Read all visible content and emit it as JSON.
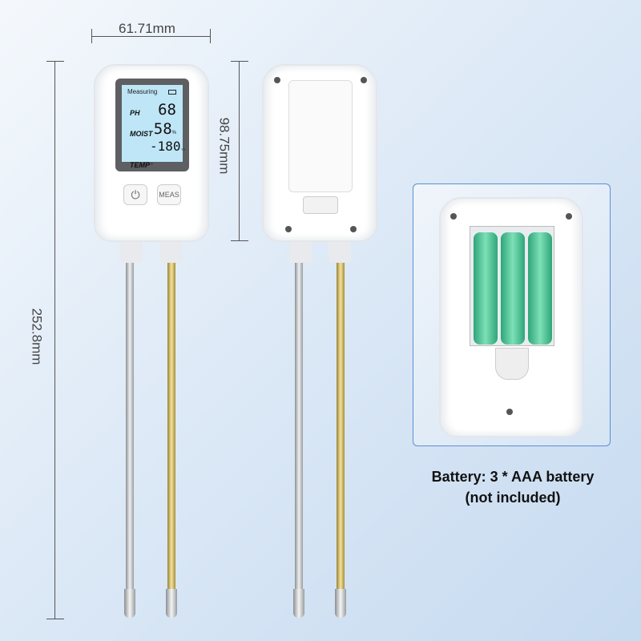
{
  "dimensions": {
    "width": "61.71mm",
    "head_height": "98.75mm",
    "total_length": "252.8mm"
  },
  "lcd": {
    "status": "Measuring",
    "battery_icon": "battery-full-icon",
    "rows": [
      {
        "label": "PH",
        "value": "68",
        "unit": ""
      },
      {
        "label": "MOIST",
        "value": "58",
        "unit": "%"
      },
      {
        "label": "TEMP",
        "value": "-180",
        "unit": "°C/°F"
      }
    ]
  },
  "buttons": {
    "power_icon": "power-icon",
    "meas_label": "MEAS"
  },
  "caption": {
    "line1": "Battery: 3 * AAA battery",
    "line2": "(not included)"
  },
  "colors": {
    "lcd": "#bfe6f7",
    "battery": "#4cc89a",
    "frame_border": "#5b8fd6"
  }
}
